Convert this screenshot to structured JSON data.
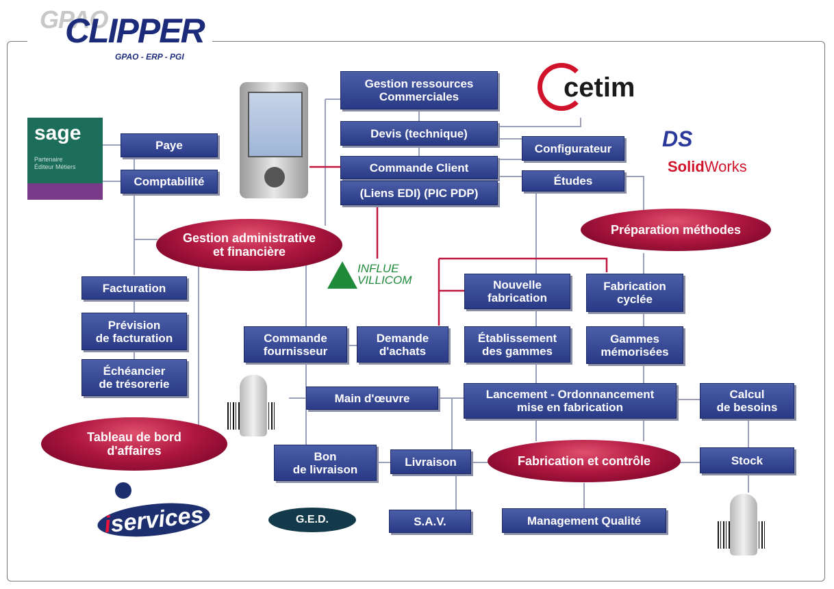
{
  "brand": {
    "ghost": "GPAO",
    "name": "CLIPPER",
    "tagline": "GPAO - ERP - PGI"
  },
  "logos": {
    "sage": {
      "word": "sage",
      "tagline": "Partenaire\nÉditeur Métiers"
    },
    "cetim": {
      "word": "cetim"
    },
    "solidworks": {
      "ds": "DS",
      "word_bold": "Solid",
      "word": "Works"
    },
    "influe": {
      "text": "INFLUE\nVILLICOM"
    },
    "services": {
      "letter": "i",
      "word": "services"
    }
  },
  "boxes": {
    "paye": "Paye",
    "comptabilite": "Comptabilité",
    "gestion_ressources": "Gestion ressources\nCommerciales",
    "devis": "Devis (technique)",
    "configurateur": "Configurateur",
    "commande_client": "Commande Client",
    "liens_edi": "(Liens EDI) (PIC PDP)",
    "etudes": "Études",
    "facturation": "Facturation",
    "prevision_facturation": "Prévision\nde facturation",
    "echeancier": "Échéancier\nde trésorerie",
    "nouvelle_fabrication": "Nouvelle\nfabrication",
    "fabrication_cyclee": "Fabrication\ncyclée",
    "commande_fournisseur": "Commande\nfournisseur",
    "demande_achats": "Demande\nd'achats",
    "etablissement_gammes": "Établissement\ndes gammes",
    "gammes_memorisees": "Gammes\nmémorisées",
    "main_oeuvre": "Main d'œuvre",
    "lancement": "Lancement - Ordonnancement\nmise en fabrication",
    "calcul_besoins": "Calcul\nde besoins",
    "bon_livraison": "Bon\nde livraison",
    "livraison": "Livraison",
    "stock": "Stock",
    "sav": "S.A.V.",
    "management_qualite": "Management Qualité"
  },
  "ovals": {
    "gestion_admin": "Gestion administrative\net financière",
    "preparation": "Préparation méthodes",
    "tableau_bord": "Tableau de bord\nd'affaires",
    "fabrication_controle": "Fabrication et contrôle"
  },
  "ged": "G.E.D.",
  "colors": {
    "box": "#2f3f8e",
    "oval": "#b01840",
    "line_grey": "#9aa0bc",
    "line_red": "#c0143c",
    "ged": "#123a4a"
  }
}
